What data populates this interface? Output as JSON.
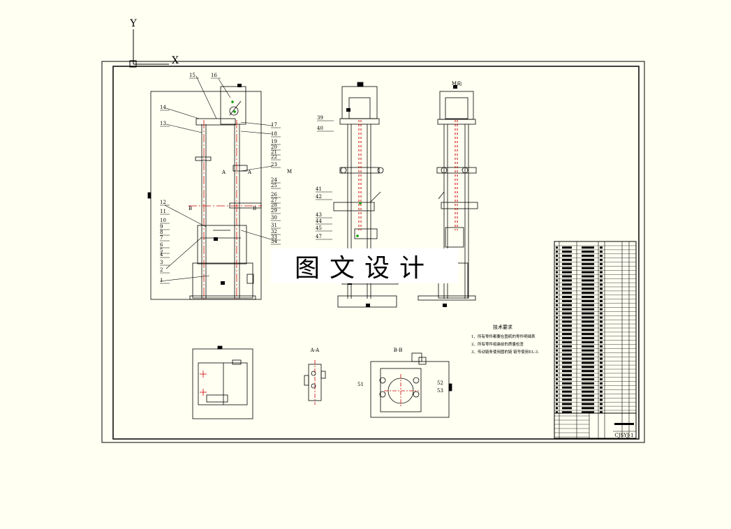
{
  "ucs": {
    "y_label": "Y",
    "x_label": "X"
  },
  "parts_left": [
    "1",
    "2",
    "3",
    "4",
    "5",
    "6",
    "7",
    "8",
    "9",
    "10",
    "11",
    "12",
    "13",
    "14",
    "15",
    "16",
    "17",
    "18",
    "19",
    "20",
    "21",
    "22",
    "23",
    "24",
    "25",
    "26",
    "27",
    "28",
    "29",
    "30",
    "31",
    "32",
    "33",
    "34"
  ],
  "parts_mid": [
    "39",
    "40",
    "41",
    "42",
    "43",
    "44",
    "45",
    "47"
  ],
  "section_marks": {
    "a": "A",
    "b": "B",
    "m": "M"
  },
  "view_titles": {
    "side_m": "M向",
    "aa": "A-A",
    "bb": "B-B"
  },
  "bb_parts": [
    "51",
    "52",
    "53"
  ],
  "watermark": "图文设计",
  "tech": {
    "title": "技术要求",
    "lines": [
      "1、所有零件都要在图纸的零件明细表",
      "2、所有零件组装前的质量检查",
      "3、传动链条使用圆的链 链号使用EL-3."
    ]
  },
  "drawing_no": "CJSYJ-1",
  "colors": {
    "background": "#fffff2",
    "line": "#000000",
    "center_line": "#cc0000",
    "accent": "#00a000"
  }
}
